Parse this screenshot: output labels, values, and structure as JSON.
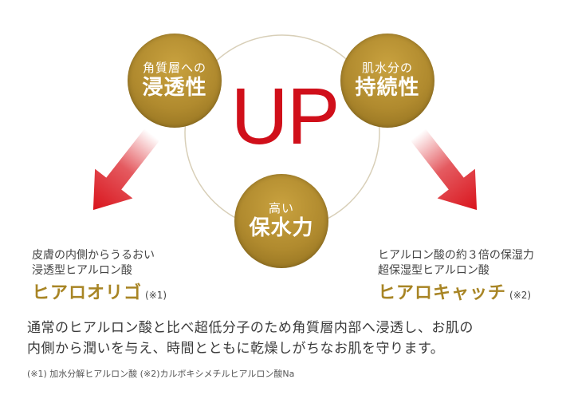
{
  "badges": {
    "penetration": {
      "small": "角質層への",
      "big": "浸透性"
    },
    "persistence": {
      "small": "肌水分の",
      "big": "持続性"
    },
    "retention": {
      "small": "高い",
      "big": "保水力"
    }
  },
  "up_text": "UP",
  "left": {
    "line1": "皮膚の内側からうるおい",
    "line2": "浸透型ヒアルロン酸",
    "product": "ヒアロオリゴ",
    "note": "(※1)"
  },
  "right": {
    "line1": "ヒアルロン酸の約３倍の保湿力",
    "line2": "超保湿型ヒアルロン酸",
    "product": "ヒアロキャッチ",
    "note": "(※2)"
  },
  "body": {
    "line1": "通常のヒアルロン酸と比べ超低分子のため角質層内部へ浸透し、お肌の",
    "line2": "内側から潤いを与え、時間とともに乾燥しがちなお肌を守ります。"
  },
  "footnote": "(※1) 加水分解ヒアルロン酸 (※2)カルボキシメチルヒアルロン酸Na",
  "colors": {
    "gold": "#b08a2e",
    "red": "#d00f1a",
    "arrow_red": "#d9141c"
  }
}
